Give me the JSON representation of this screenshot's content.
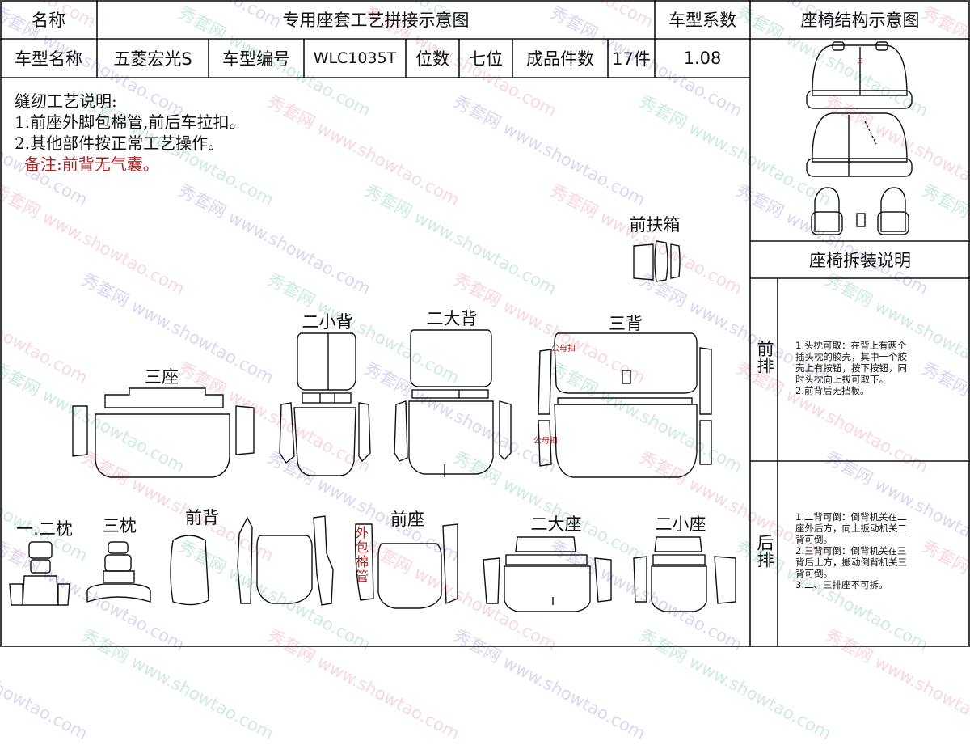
{
  "header": {
    "name_label": "名称",
    "title": "专用座套工艺拼接示意图",
    "coef_label": "车型系数",
    "structure_title": "座椅结构示意图"
  },
  "info_row": {
    "model_name_label": "车型名称",
    "model_name": "五菱宏光S",
    "model_no_label": "车型编号",
    "model_no": "WLC1035T",
    "seats_label": "位数",
    "seats": "七位",
    "pieces_label": "成品件数",
    "pieces": "17件",
    "coef": "1.08"
  },
  "notes": {
    "heading": "缝纫工艺说明:",
    "line1": "1.前座外脚包棉管,前后车拉扣。",
    "line2": "2.其他部件按正常工艺操作。",
    "remark": "备注:前背无气囊。"
  },
  "parts": {
    "front_armrest": "前扶箱",
    "second_small_back": "二小背",
    "second_big_back": "二大背",
    "third_back": "三背",
    "third_seat": "三座",
    "first_second_pillow": "一.二枕",
    "third_pillow": "三枕",
    "front_back": "前背",
    "front_seat": "前座",
    "second_big_seat": "二大座",
    "second_small_seat": "二小座",
    "buckle_top": "公母扣",
    "buckle_bottom": "公母扣",
    "outer_tube": "外包棉管"
  },
  "side_panel": {
    "disassembly_title": "座椅拆装说明",
    "front_row_label": "前排",
    "front_row_lines": [
      "1.头枕可取：在背上有两个",
      "插头枕的胶壳，其中一个胶",
      "壳上有按钮，按下按钮，同",
      "时头枕向上拔可取下。",
      "2.前背后无挡板。"
    ],
    "rear_row_label": "后排",
    "rear_row_lines": [
      "1.二背可倒：倒背机关在二",
      "座外后方，向上扳动机关二",
      "背可倒。",
      "2.三背可倒：倒背机关在三",
      "背后上方，搬动倒背机关三",
      "背可倒。",
      "3.二、三排座不可拆。"
    ]
  },
  "watermark": {
    "text": "秀套网 www.showtao.com"
  },
  "colors": {
    "line": "#111111",
    "remark_red": "#b22222",
    "watermark_a": "#c6b3e6",
    "watermark_b": "#a8dcc0",
    "watermark_c": "#f2b8c8"
  }
}
